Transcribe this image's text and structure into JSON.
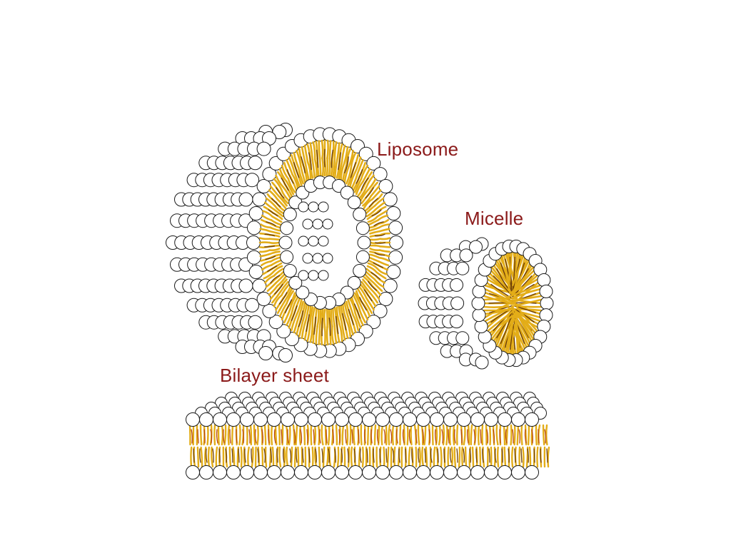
{
  "labels": {
    "liposome": "Liposome",
    "micelle": "Micelle",
    "bilayer": "Bilayer sheet"
  },
  "colors": {
    "label_text": "#8b1a1a",
    "head_fill": "#ffffff",
    "head_stroke": "#1a1a1a",
    "tail_gold": "#e3ad18",
    "tail_dark": "#6b3d08",
    "tail_red": "#b8460f"
  }
}
